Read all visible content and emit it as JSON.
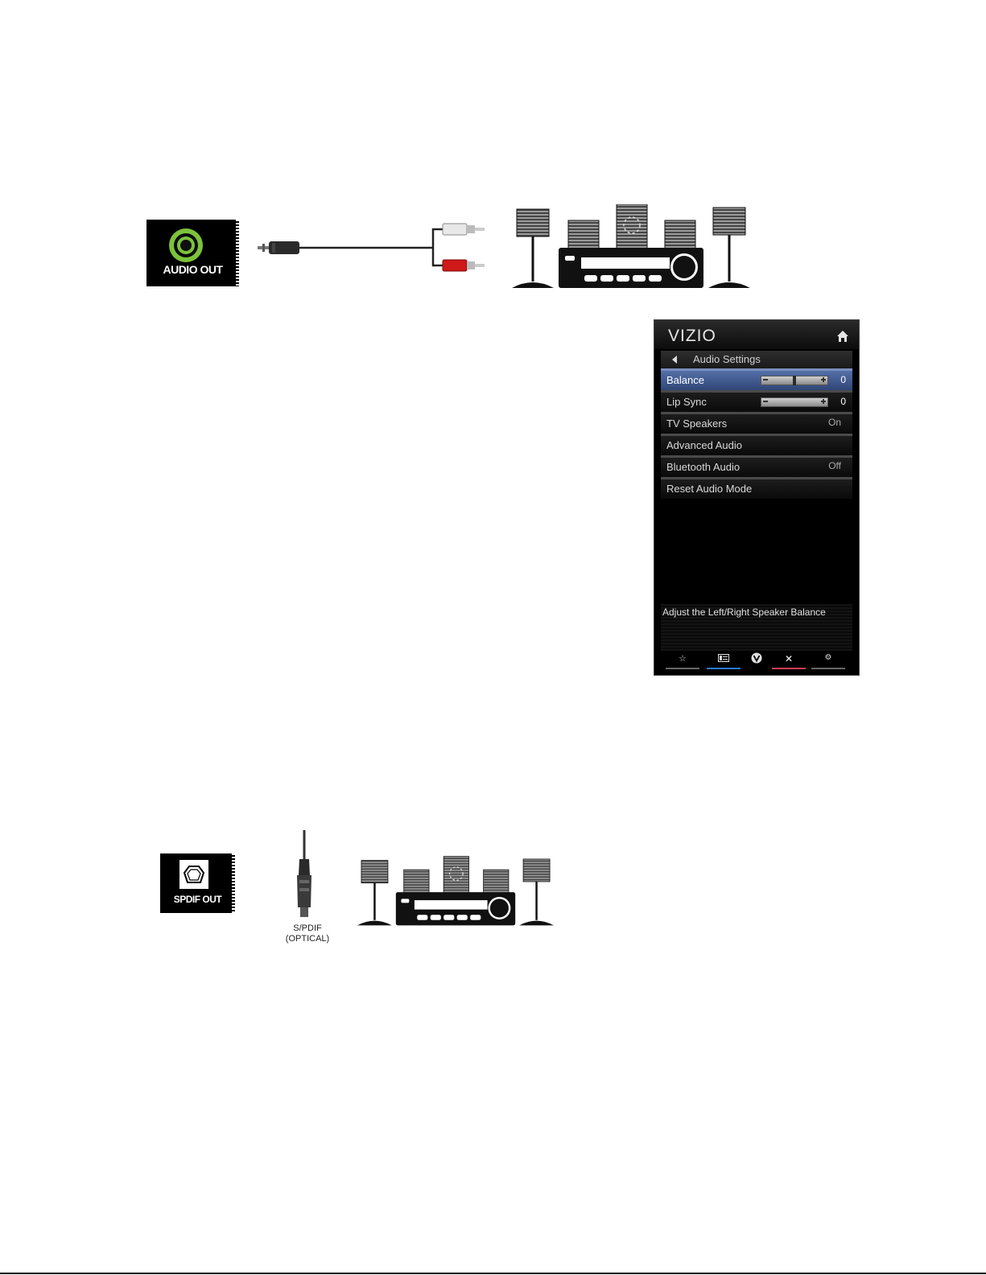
{
  "audio_out": {
    "label": "AUDIO OUT"
  },
  "spdif_out": {
    "label": "SPDIF OUT"
  },
  "optical_cable": {
    "caption_line1": "S/PDIF",
    "caption_line2": "(OPTICAL)"
  },
  "tv_menu": {
    "logo": "VIZIO",
    "title": "Audio Settings",
    "items": [
      {
        "label": "Balance",
        "value": "0",
        "selected": true
      },
      {
        "label": "Lip Sync",
        "value": "0",
        "selected": false
      },
      {
        "label": "TV Speakers",
        "value": "On",
        "selected": false
      },
      {
        "label": "Advanced Audio",
        "value": "",
        "selected": false
      },
      {
        "label": "Bluetooth Audio",
        "value": "Off",
        "selected": false
      },
      {
        "label": "Reset Audio Mode",
        "value": "",
        "selected": false
      }
    ],
    "help_text": "Adjust the Left/Right Speaker Balance",
    "footer_icons": [
      "star-icon",
      "widget-icon",
      "vizio-v-icon",
      "close-icon",
      "gear-icon"
    ]
  },
  "colors": {
    "jack_green": "#7cc23a",
    "rca_white": "#e8e8e8",
    "rca_red": "#d01919",
    "menu_highlight": "#3e5a93",
    "footer_blue": "#2a7ad8",
    "footer_red": "#d23a55"
  }
}
